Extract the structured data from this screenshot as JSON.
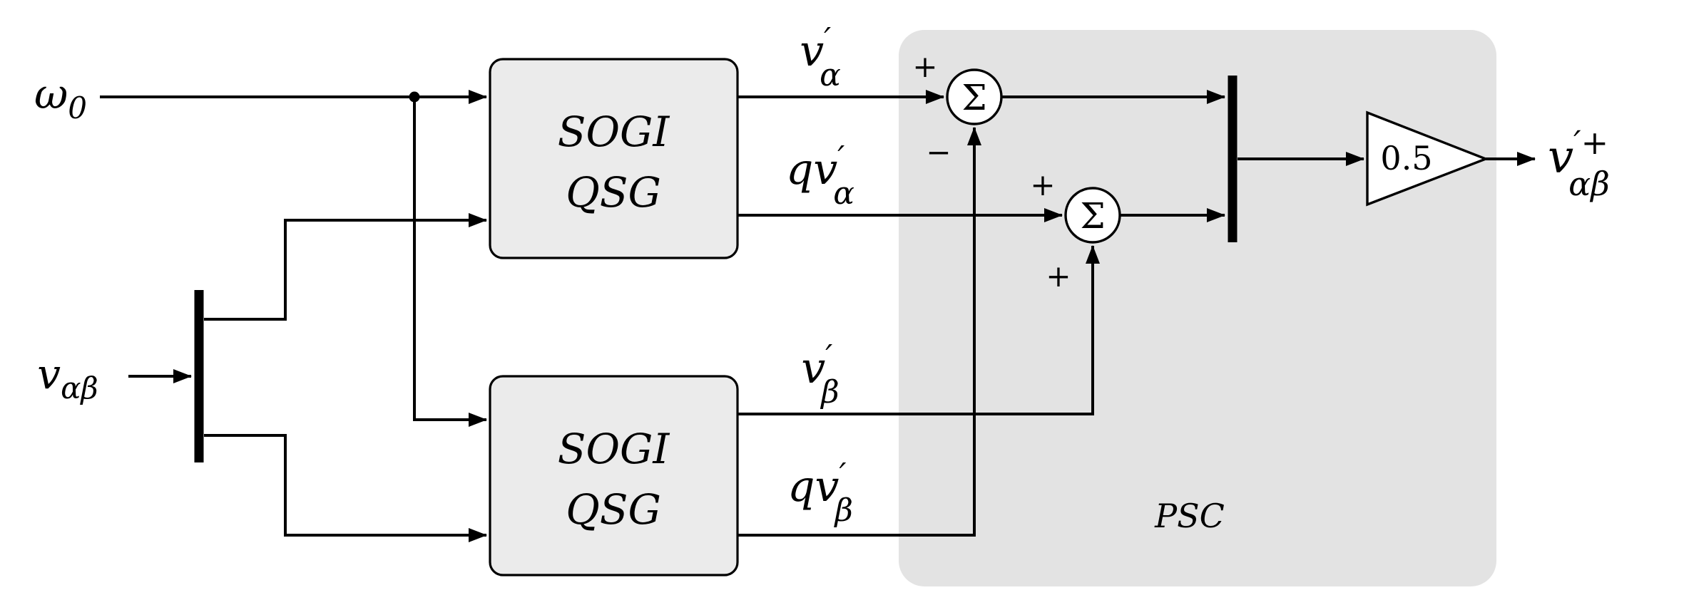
{
  "diagram": {
    "inputs": {
      "omega0": {
        "base": "ω",
        "sub": "0"
      },
      "valphabeta": {
        "base": "v",
        "sub": "αβ"
      }
    },
    "blocks": {
      "sogi_top": {
        "line1": "SOGI",
        "line2": "QSG"
      },
      "sogi_bottom": {
        "line1": "SOGI",
        "line2": "QSG"
      }
    },
    "signals": {
      "v_alpha": {
        "base": "v",
        "prime": "′",
        "sub": "α"
      },
      "qv_alpha": {
        "base": "qv",
        "prime": "′",
        "sub": "α"
      },
      "v_beta": {
        "base": "v",
        "prime": "′",
        "sub": "β"
      },
      "qv_beta": {
        "base": "qv",
        "prime": "′",
        "sub": "β"
      }
    },
    "summers": {
      "sum1": {
        "symbol": "Σ",
        "left_sign": "+",
        "bottom_sign": "−"
      },
      "sum2": {
        "symbol": "Σ",
        "left_sign": "+",
        "bottom_sign": "+"
      }
    },
    "gain": {
      "label": "0.5"
    },
    "region": {
      "label": "PSC"
    },
    "output": {
      "base": "v",
      "sup": "′+",
      "sub": "αβ"
    },
    "colors": {
      "block_fill": "#ebebeb",
      "region_fill": "#e3e3e3",
      "stroke": "#000000",
      "background": "#ffffff"
    }
  }
}
